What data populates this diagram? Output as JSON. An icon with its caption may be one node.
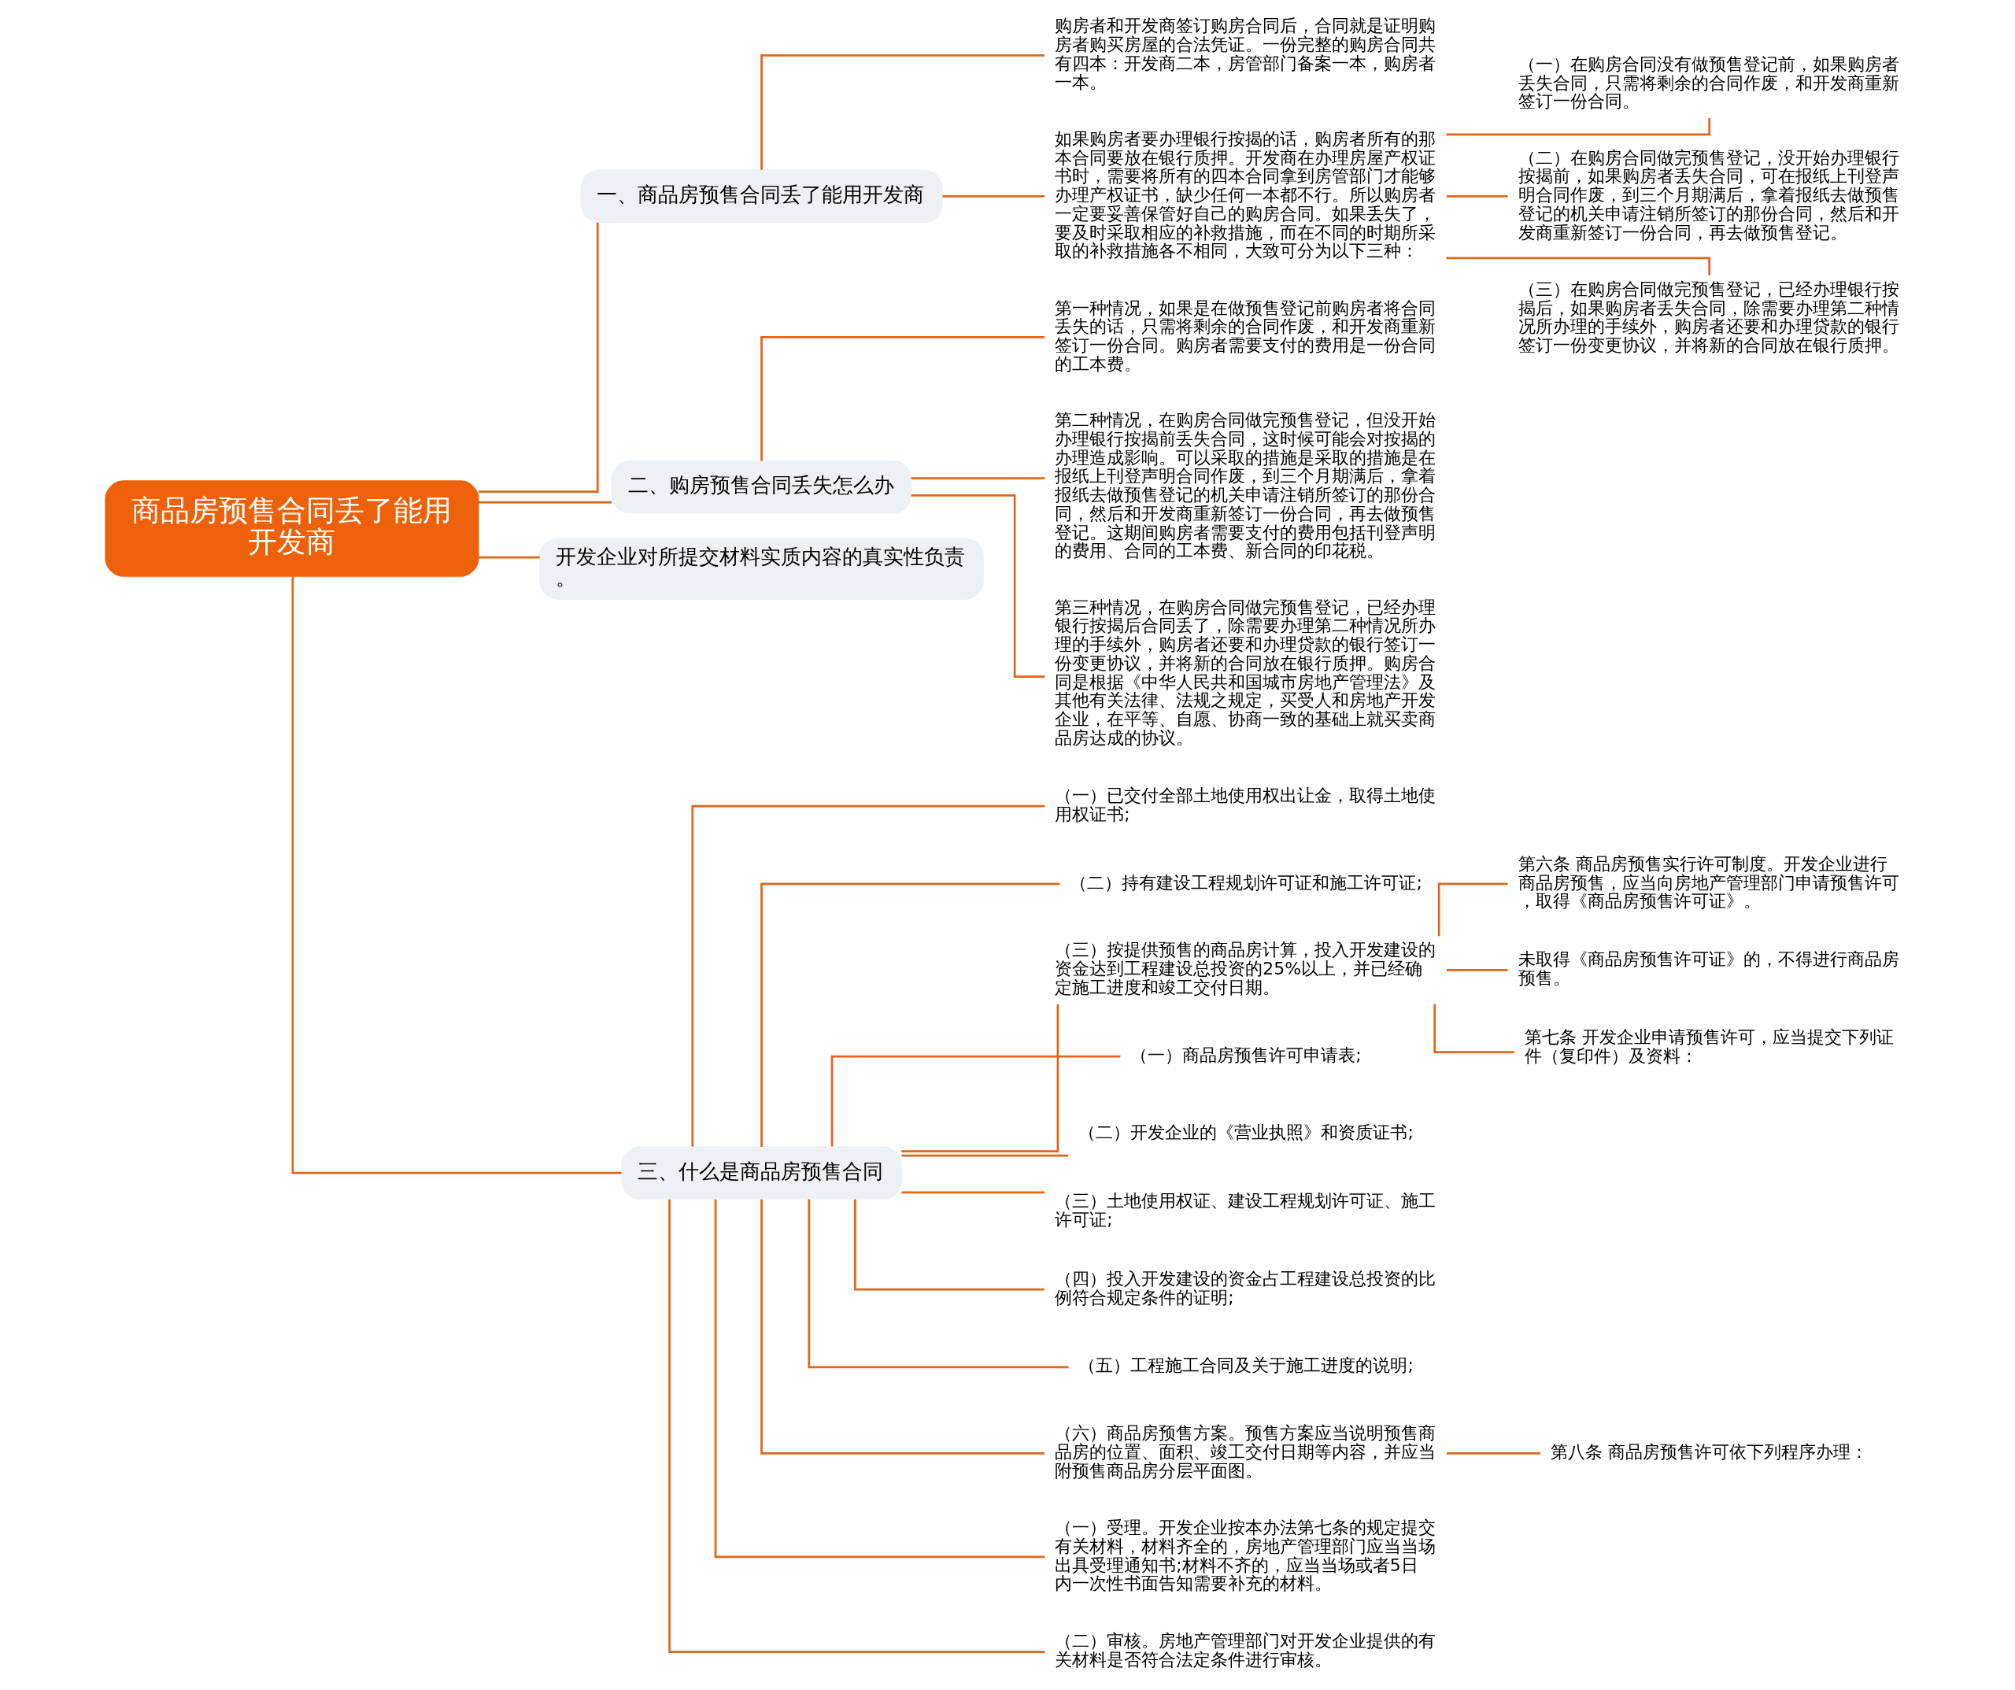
{
  "diagram": {
    "nodes": [
      {
        "text": [
          "商品房预售合同丢了能用开发商"
        ]
      },
      {
        "text": [
          "一、商品房预售合同丢了能用开发商"
        ]
      },
      {
        "text": [
          "购房者和开发商签订购房合同后，合同就是证明购房者购买房屋的合法凭证。一份完整的购房合同共有四本：开发商二本，房管部门备案一本，购房者一本。"
        ]
      },
      {
        "text": [
          "如果购房者要办理银行按揭的话，购房者所有的那本合同要放在银行质押。开发商在办理房屋产权证书时，需要将所有的四本合同拿到房管部门才能够办理产权证书，缺少任何一本都不行。所以购房者一定要妥善保管好自己的购房合同。如果丢失了，要及时采取相应的补救措施，而在不同的时期所采取的补救措施各不相同，大致可分为以下三种："
        ]
      },
      {
        "text": [
          "（一）在购房合同没有做预售登记前，如果购房者丢失合同，只需将剩余的合同作废，和开发商重新签订一份合同。"
        ]
      },
      {
        "text": [
          "（二）在购房合同做完预售登记，没开始办理银行按揭前，如果购房者丢失合同，可在报纸上刊登声明合同作废，到三个月期满后，拿着报纸去做预售登记的机关申请注销所签订的那份合同，然后和开发商重新签订一份合同，再去做预售登记。"
        ]
      },
      {
        "text": [
          "（三）在购房合同做完预售登记，已经办理银行按揭后，如果购房者丢失合同，除需要办理第二种情况所办理的手续外，购房者还要和办理贷款的银行签订一份变更协议，并将新的合同放在银行质押。"
        ]
      },
      {
        "text": [
          "二、购房预售合同丢失怎么办"
        ]
      },
      {
        "text": [
          "第一种情况，如果是在做预售登记前购房者将合同丢失的话，只需将剩余的合同作废，和开发商重新签订一份合同。购房者需要支付的费用是一份合同的工本费。"
        ]
      },
      {
        "text": [
          "第二种情况，在购房合同做完预售登记，但没开始办理银行按揭前丢失合同，这时候可能会对按揭的办理造成影响。可以采取的措施是采取的措施是在报纸上刊登声明合同作废，到三个月期满后，拿着报纸去做预售登记的机关申请注销所签订的那份合同，然后和开发商重新签订一份合同，再去做预售登记。这期间购房者需要支付的费用包括刊登声明的费用、合同的工本费、新合同的印花税。"
        ]
      },
      {
        "text": [
          "第三种情况，在购房合同做完预售登记，已经办理银行按揭后合同丢了，除需要办理第二种情况所办理的手续外，购房者还要和办理贷款的银行签订一份变更协议，并将新的合同放在银行质押。购房合同是根据《中华人民共和国城市房地产管理法》及其他有关法律、法规之规定，买受人和房地产开发企业，在平等、自愿、协商一致的基础上就买卖商品房达成的协议。"
        ]
      },
      {
        "text": [
          "开发企业对所提交材料实质内容的真实性负责。"
        ]
      },
      {
        "text": [
          "三、什么是商品房预售合同"
        ]
      },
      {
        "text": [
          "（一）已交付全部土地使用权出让金，取得土地使用权证书;"
        ]
      },
      {
        "text": [
          "（二）持有建设工程规划许可证和施工许可证;"
        ]
      },
      {
        "text": [
          "（三）按提供预售的商品房计算，投入开发建设的资金达到工程建设总投资的25%以上，并已经确定施工进度和竣工交付日期。"
        ]
      },
      {
        "text": [
          "第六条 商品房预售实行许可制度。开发企业进行商品房预售，应当向房地产管理部门申请预售许可，取得《商品房预售许可证》。"
        ]
      },
      {
        "text": [
          "未取得《商品房预售许可证》的，不得进行商品房预售。"
        ]
      },
      {
        "text": [
          "第七条 开发企业申请预售许可，应当提交下列证件（复印件）及资料："
        ]
      },
      {
        "text": [
          "（一）商品房预售许可申请表;"
        ]
      },
      {
        "text": [
          "（二）开发企业的《营业执照》和资质证书;"
        ]
      },
      {
        "text": [
          "（三）土地使用权证、建设工程规划许可证、施工许可证;"
        ]
      },
      {
        "text": [
          "（四）投入开发建设的资金占工程建设总投资的比例符合规定条件的证明;"
        ]
      },
      {
        "text": [
          "（五）工程施工合同及关于施工进度的说明;"
        ]
      },
      {
        "text": [
          "（六）商品房预售方案。预售方案应当说明预售商品房的位置、面积、竣工交付日期等内容，并应当附预售商品房分层平面图。"
        ]
      },
      {
        "text": [
          "第八条 商品房预售许可依下列程序办理："
        ]
      },
      {
        "text": [
          "（一）受理。开发企业按本办法第七条的规定提交有关材料，材料齐全的，房地产管理部门应当当场出具受理通知书;材料不齐的，应当当场或者5日内一次性书面告知需要补充的材料。"
        ]
      },
      {
        "text": [
          "（二）审核。房地产管理部门对开发企业提供的有关材料是否符合法定条件进行审核。"
        ]
      }
    ],
    "edges": [
      {
        "from": 0,
        "to": 1,
        "arrow": "none"
      },
      {
        "from": 1,
        "to": 2,
        "arrow": "none"
      },
      {
        "from": 1,
        "to": 3,
        "arrow": "none"
      },
      {
        "from": 3,
        "to": 4,
        "arrow": "none"
      },
      {
        "from": 3,
        "to": 5,
        "arrow": "none"
      },
      {
        "from": 3,
        "to": 6,
        "arrow": "none"
      },
      {
        "from": 0,
        "to": 7,
        "arrow": "none"
      },
      {
        "from": 7,
        "to": 8,
        "arrow": "none"
      },
      {
        "from": 7,
        "to": 9,
        "arrow": "none"
      },
      {
        "from": 7,
        "to": 10,
        "arrow": "none"
      },
      {
        "from": 0,
        "to": 11,
        "arrow": "none"
      },
      {
        "from": 0,
        "to": 12,
        "arrow": "none"
      },
      {
        "from": 12,
        "to": 13,
        "arrow": "none"
      },
      {
        "from": 12,
        "to": 14,
        "arrow": "none"
      },
      {
        "from": 12,
        "to": 15,
        "arrow": "none"
      },
      {
        "from": 15,
        "to": 16,
        "arrow": "none"
      },
      {
        "from": 15,
        "to": 17,
        "arrow": "none"
      },
      {
        "from": 15,
        "to": 18,
        "arrow": "none"
      },
      {
        "from": 12,
        "to": 19,
        "arrow": "none"
      },
      {
        "from": 12,
        "to": 20,
        "arrow": "none"
      },
      {
        "from": 12,
        "to": 21,
        "arrow": "none"
      },
      {
        "from": 12,
        "to": 22,
        "arrow": "none"
      },
      {
        "from": 12,
        "to": 23,
        "arrow": "none"
      },
      {
        "from": 12,
        "to": 24,
        "arrow": "none"
      },
      {
        "from": 24,
        "to": 25,
        "arrow": "none"
      },
      {
        "from": 12,
        "to": 26,
        "arrow": "none"
      },
      {
        "from": 12,
        "to": 27,
        "arrow": "none"
      }
    ]
  }
}
